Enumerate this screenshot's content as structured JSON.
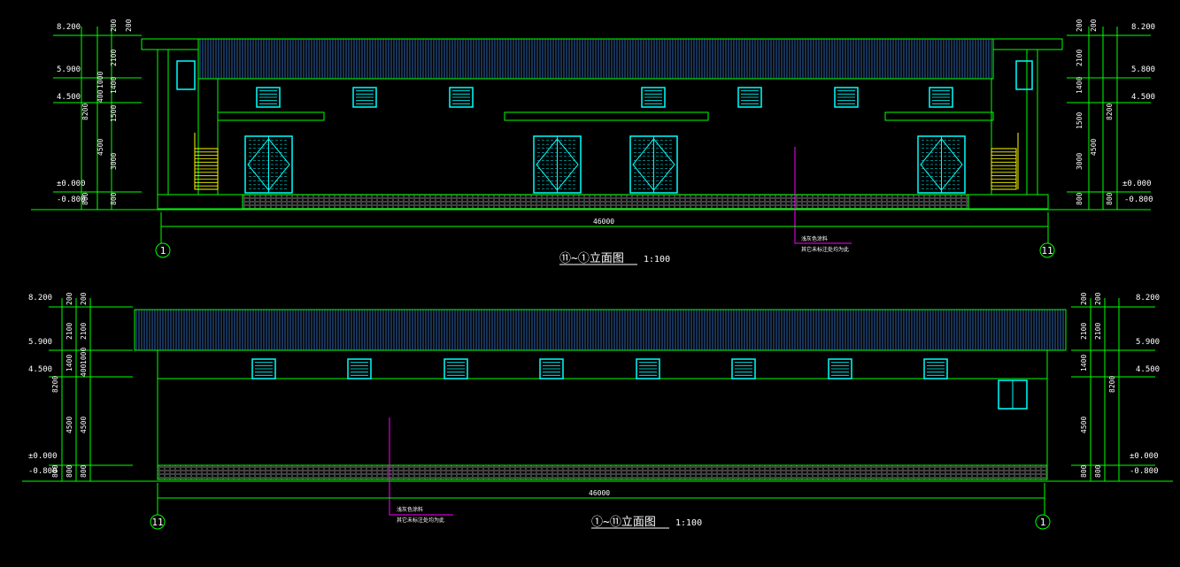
{
  "colors": {
    "background": "#000000",
    "outline": "#00ff00",
    "window": "#00ffff",
    "stair": "#ffff00",
    "leader": "#ff00ff",
    "text": "#ffffff"
  },
  "elevation_top": {
    "title": "⑪~①立面图",
    "scale": "1:100",
    "total_dim": "46000",
    "axis_left": "1",
    "axis_right": "11",
    "note_line1": "浅灰色涂料",
    "note_line2": "其它未标注处均为此",
    "levels_left": [
      "8.200",
      "5.900",
      "4.500",
      "±0.000",
      "-0.800"
    ],
    "levels_right": [
      "8.200",
      "5.800",
      "4.500",
      "±0.000",
      "-0.800"
    ],
    "dims_left_a": [
      "200",
      "2100",
      "1400",
      "1500",
      "3000",
      "800"
    ],
    "dims_left_b": [
      "200",
      "8200",
      "800"
    ],
    "dims_left_c": [
      "1000",
      "400",
      "4500"
    ],
    "dims_right_a": [
      "200",
      "2100",
      "1400",
      "1500",
      "3000",
      "800"
    ],
    "dims_right_b": [
      "200",
      "4500",
      "8200",
      "800"
    ]
  },
  "elevation_bottom": {
    "title": "①~⑪立面图",
    "scale": "1:100",
    "total_dim": "46000",
    "axis_left": "11",
    "axis_right": "1",
    "note_line1": "浅灰色涂料",
    "note_line2": "其它未标注处均为此",
    "levels_left": [
      "8.200",
      "5.900",
      "4.500",
      "±0.000",
      "-0.800"
    ],
    "levels_right": [
      "8.200",
      "5.900",
      "4.500",
      "±0.000",
      "-0.800"
    ],
    "dims_left_a": [
      "200",
      "2100",
      "1400",
      "4500",
      "800"
    ],
    "dims_left_b": [
      "8200",
      "800"
    ],
    "dims_left_c": [
      "200",
      "2100",
      "1000",
      "400",
      "4500",
      "800"
    ],
    "dims_right_a": [
      "200",
      "2100",
      "1400",
      "4500",
      "800"
    ],
    "dims_right_b": [
      "200",
      "2100",
      "8200",
      "800"
    ]
  }
}
